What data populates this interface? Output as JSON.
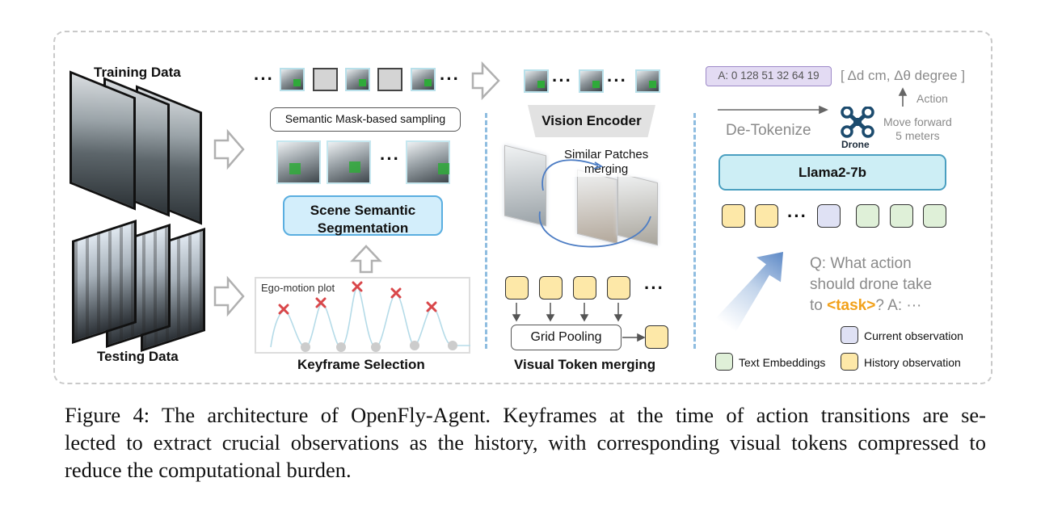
{
  "left": {
    "training_label": "Training Data",
    "testing_label": "Testing Data"
  },
  "keyframe": {
    "mask_sampling_label": "Semantic Mask-based sampling",
    "segmentation_line1": "Scene Semantic",
    "segmentation_line2": "Segmentation",
    "plot_label": "Ego-motion plot",
    "section_label": "Keyframe Selection",
    "ellipsis": "···",
    "ellipsis_small": "···"
  },
  "visual": {
    "encoder_label": "Vision Encoder",
    "similar_line1": "Similar Patches",
    "similar_line2": "merging",
    "grid_pooling_label": "Grid Pooling",
    "section_label": "Visual Token merging",
    "ellipsis": "···"
  },
  "llm": {
    "action_box": "A: 0 128 51 32 64 19",
    "action_units": "[ Δd cm, Δθ degree ]",
    "action_label": "Action",
    "detokenize_label": "De-Tokenize",
    "drone_label": "Drone",
    "move_line1": "Move forward",
    "move_line2": "5 meters",
    "model_label": "Llama2-7b",
    "ellipsis": "···",
    "question_line1": "Q: What action",
    "question_line2": "should drone take",
    "question_to": "to ",
    "question_task": "<task>",
    "question_tail": "?  A: ···"
  },
  "legend": {
    "current": "Current observation",
    "text": "Text Embeddings",
    "history": "History observation"
  },
  "caption": {
    "line1": "Figure 4:  The architecture of OpenFly-Agent.  Keyframes at the time of action transitions are se-",
    "line2": "lected to extract crucial observations as the history, with corresponding visual tokens compressed to",
    "line3": "reduce the computational burden."
  },
  "colors": {
    "history_token": "#fde8a8",
    "current_token": "#dfe1f4",
    "text_token": "#dff0d8",
    "llama_fill": "#cdeef5",
    "segmentation_fill": "#d3eefb",
    "task_highlight": "#f2a11a",
    "keyframe_marker": "#d9474a"
  },
  "icons": {
    "drone": "drone-icon",
    "arrow": "hollow-arrow-icon"
  }
}
